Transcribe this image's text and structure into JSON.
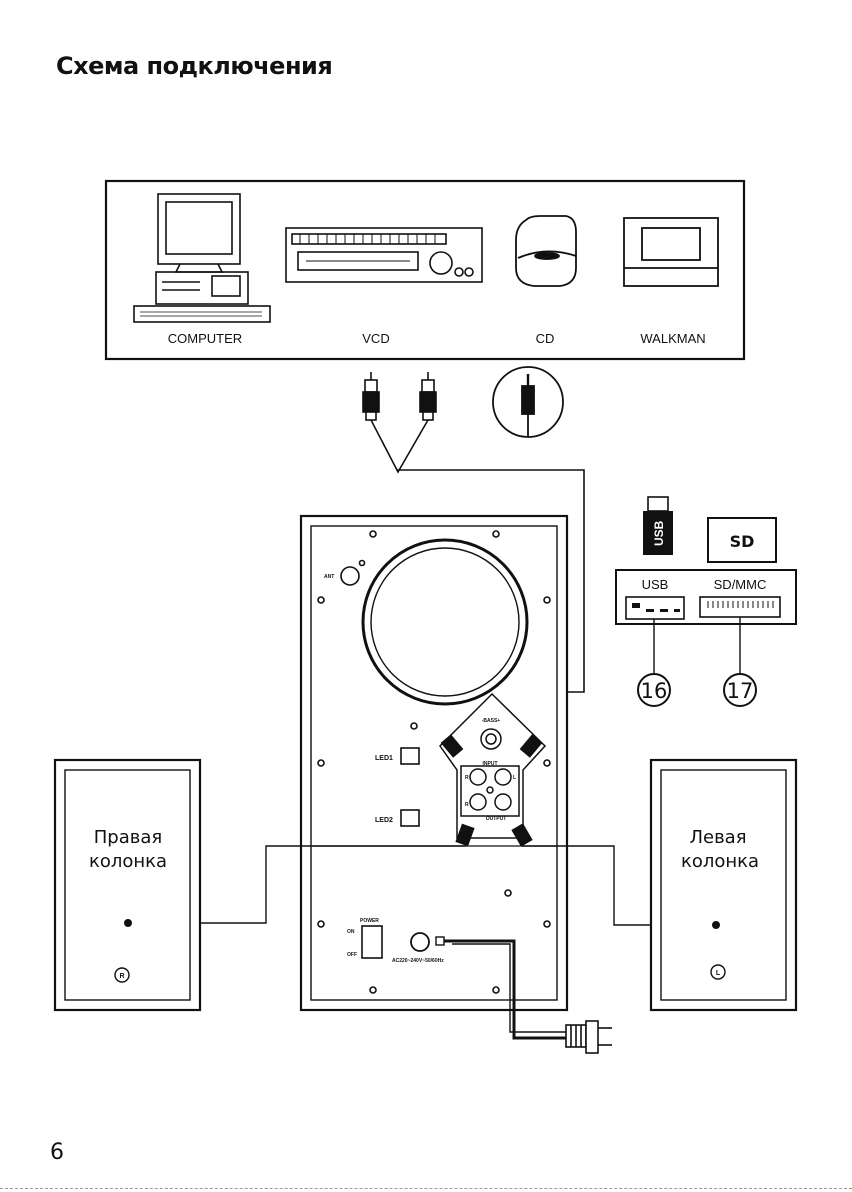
{
  "page": {
    "title": "Схема подключения",
    "page_number": "6"
  },
  "sources": {
    "computer": "COMPUTER",
    "vcd": "VCD",
    "cd": "CD",
    "walkman": "WALKMAN"
  },
  "subwoofer": {
    "ant": "ANT",
    "led1": "LED1",
    "led2": "LED2",
    "bass": "-BASS+",
    "input": "INPUT",
    "output": "OUTPUT",
    "ch_r": "R",
    "ch_l": "L",
    "power": "POWER",
    "on": "ON",
    "off": "OFF",
    "ac": "AC220~240V~50/60Hz"
  },
  "media": {
    "usb_stick": "USB",
    "sd_card": "SD",
    "usb_port": "USB",
    "sd_port": "SD/MMC",
    "callout_usb": "16",
    "callout_sd": "17"
  },
  "speakers": {
    "right_line1": "Правая",
    "right_line2": "колонка",
    "right_mark": "R",
    "left_line1": "Левая",
    "left_line2": "колонка",
    "left_mark": "L"
  }
}
